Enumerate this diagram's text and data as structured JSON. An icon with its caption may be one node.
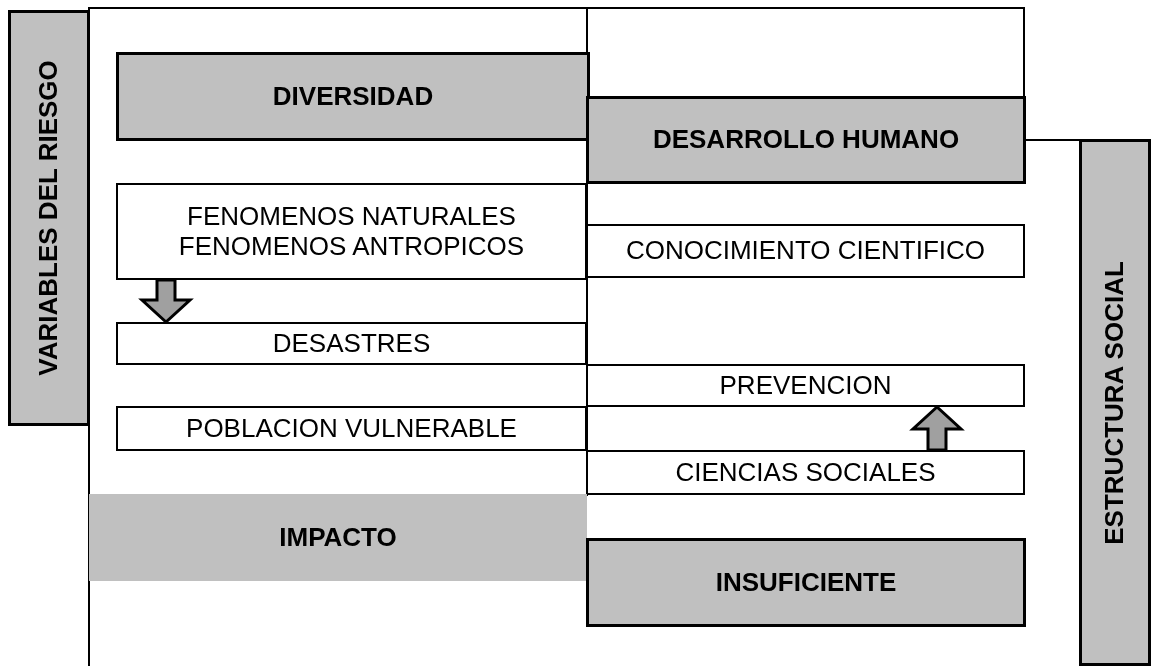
{
  "diagram": {
    "nodes": [
      {
        "text": [
          "VARIABLES DEL RIESGO"
        ]
      },
      {
        "text": [
          "DIVERSIDAD"
        ]
      },
      {
        "text": [
          "DESARROLLO HUMANO"
        ]
      },
      {
        "text": [
          "FENOMENOS NATURALES",
          "FENOMENOS ANTROPICOS"
        ]
      },
      {
        "text": [
          "CONOCIMIENTO CIENTIFICO"
        ]
      },
      {
        "text": [
          "DESASTRES"
        ]
      },
      {
        "text": [
          "PREVENCION"
        ]
      },
      {
        "text": [
          "POBLACION VULNERABLE"
        ]
      },
      {
        "text": [
          "CIENCIAS SOCIALES"
        ]
      },
      {
        "text": [
          "IMPACTO"
        ]
      },
      {
        "text": [
          "INSUFICIENTE"
        ]
      },
      {
        "text": [
          "ESTRUCTURA SOCIAL"
        ]
      }
    ],
    "edges": [
      {
        "from": 3,
        "to": 5,
        "arrow": "to"
      },
      {
        "from": 8,
        "to": 6,
        "arrow": "to"
      }
    ]
  }
}
